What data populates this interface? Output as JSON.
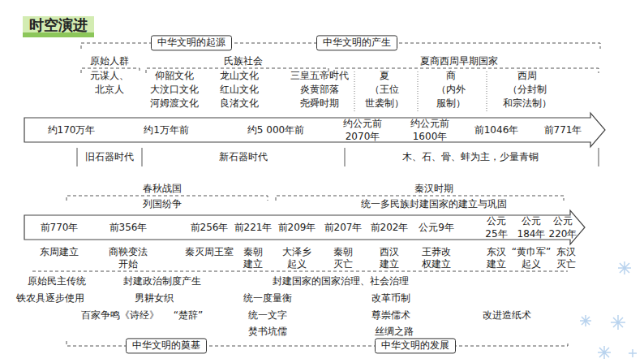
{
  "diagram": {
    "title": "时空演进",
    "nodes": [
      {
        "text": [
          "中华文明的起源"
        ]
      },
      {
        "text": [
          "中华文明的产生"
        ]
      },
      {
        "text": [
          "中华文明的奠基"
        ]
      },
      {
        "text": [
          "中华文明的发展"
        ]
      }
    ],
    "labels": [
      "原始人群",
      "氏族社会",
      "夏商西周早期国家",
      "元谋人、",
      "北京人",
      "仰韶文化",
      "大汶口文化",
      "河姆渡文化",
      "龙山文化",
      "红山文化",
      "良渚文化",
      "三皇五帝时代",
      "炎黄部落",
      "尧舜时期",
      "夏",
      "（王位",
      "世袭制）",
      "商",
      "（内外",
      "服制）",
      "西周",
      "（分封制",
      "和宗法制）",
      "约170万年",
      "约1万年前",
      "约5 000年前",
      "约公元前",
      "2070年",
      "约公元前",
      "1600年",
      "前1046年",
      "前771年",
      "旧石器时代",
      "新石器时代",
      "木、石、骨、蚌为主，少量青铜",
      "春秋战国",
      "列国纷争",
      "秦汉时期",
      "统一多民族封建国家的建立与巩固",
      "前770年",
      "前356年",
      "前256年",
      "前221年",
      "前209年",
      "前207年",
      "前202年",
      "公元9年",
      "公元",
      "25年",
      "公元",
      "184年",
      "公元",
      "220年",
      "东周建立",
      "商鞅变法",
      "开始",
      "秦灭周王室",
      "秦朝",
      "建立",
      "大泽乡",
      "起义",
      "秦朝",
      "灭亡",
      "西汉",
      "建立",
      "王莽改",
      "权建立",
      "东汉",
      "建立",
      "“黄巾军”",
      "起义",
      "东汉",
      "灭亡",
      "原始民主传统",
      "封建政治制度产生",
      "封建国家的国家治理、社会治理",
      "铁农具逐步使用",
      "男耕女织",
      "统一度量衡",
      "改革币制",
      "百家争鸣",
      "《诗经》",
      "“楚辞”",
      "统一文字",
      "尊崇儒术",
      "改进造纸术",
      "焚书坑儒",
      "丝绸之路"
    ]
  }
}
